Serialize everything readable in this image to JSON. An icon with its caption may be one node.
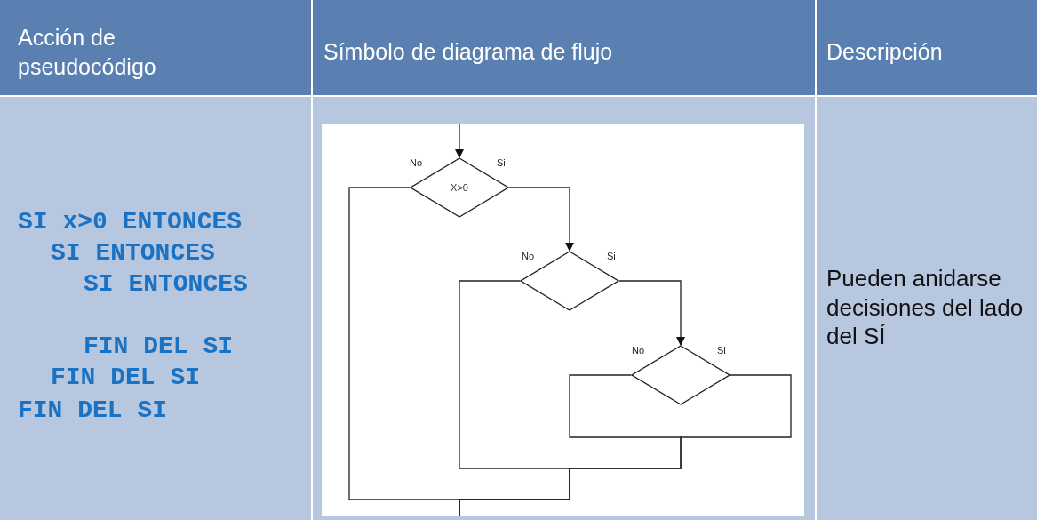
{
  "diagram": {
    "nodes": [
      {
        "text": [
          "X>0"
        ]
      },
      {
        "text": [],
        "shape": "diamond"
      },
      {
        "text": [],
        "shape": "diamond"
      }
    ],
    "edges": [
      {
        "from": null,
        "to": 0,
        "arrow": "to"
      },
      {
        "from": 0,
        "to": 1,
        "arrow": "to",
        "label": "Si"
      },
      {
        "from": 1,
        "to": 2,
        "arrow": "to",
        "label": "Si"
      },
      {
        "from": 0,
        "to": null,
        "arrow": "none",
        "label": "No"
      },
      {
        "from": 1,
        "to": null,
        "arrow": "none",
        "label": "No"
      },
      {
        "from": 2,
        "to": null,
        "arrow": "none",
        "label": "No"
      },
      {
        "from": 2,
        "to": null,
        "arrow": "none",
        "label": "Si"
      }
    ],
    "labels": [
      "Acción de pseudocódigo",
      "Símbolo de diagrama de flujo",
      "Descripción",
      "SI x>0 ENTONCES",
      "SI ENTONCES",
      "SI ENTONCES",
      "FIN DEL SI",
      "FIN DEL SI",
      "FIN DEL SI",
      "Pueden anidarse decisiones del lado del SÍ"
    ]
  }
}
